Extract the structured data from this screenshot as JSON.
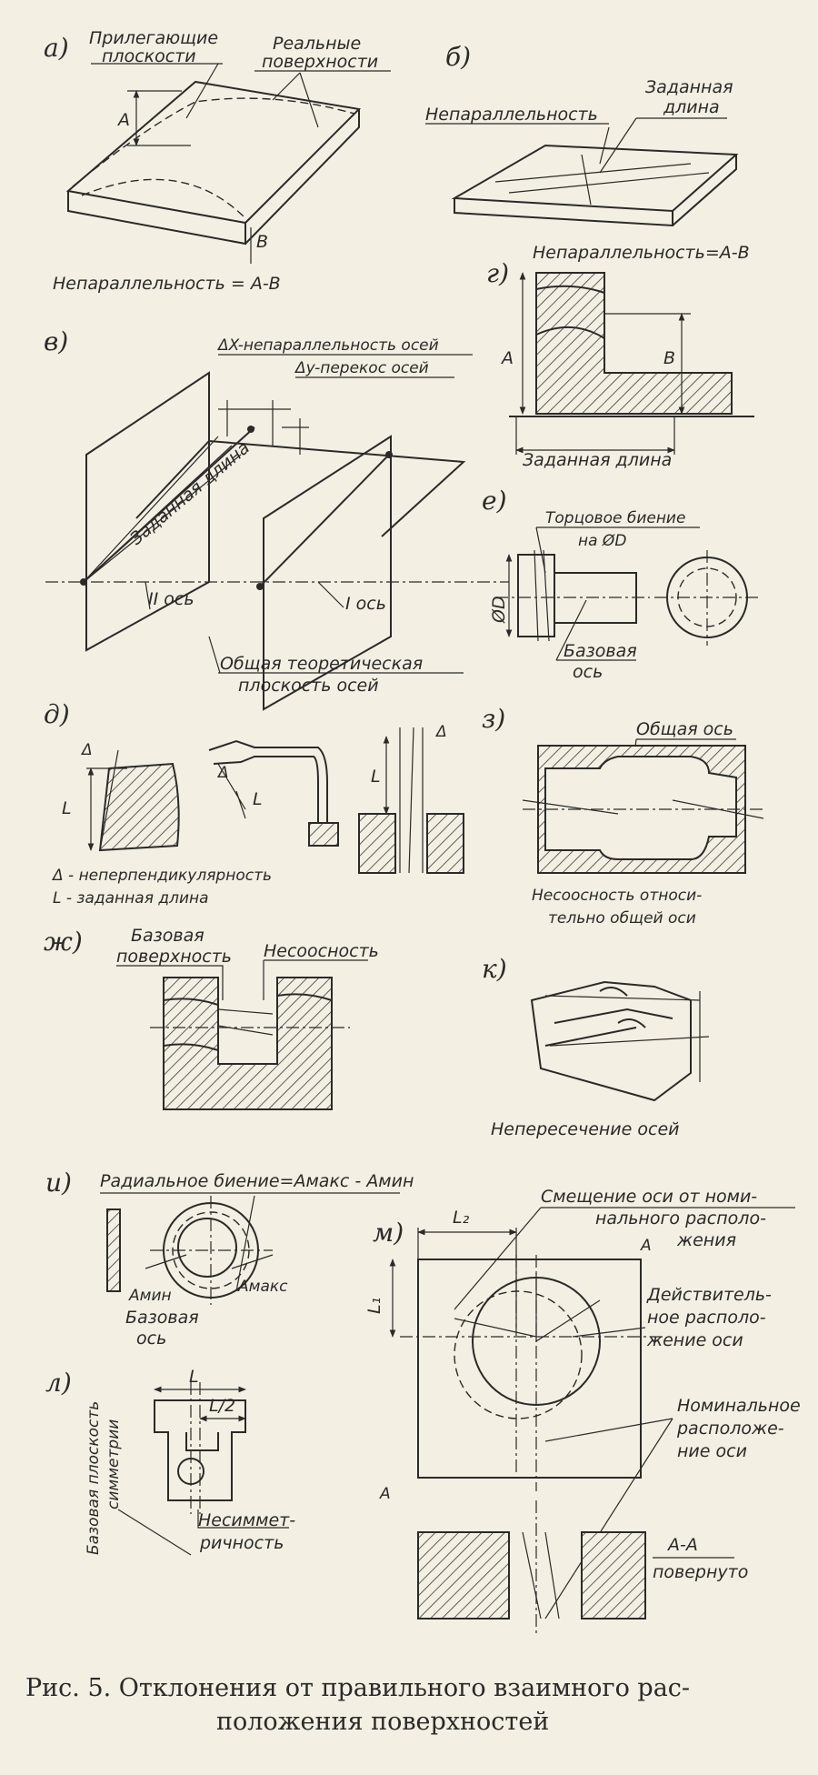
{
  "figure": {
    "caption_line1": "Рис. 5. Отклонения от правильного взаимного рас-",
    "caption_line2": "положения поверхностей"
  },
  "panels": {
    "a": {
      "letter": "а)",
      "adjacent_planes_1": "Прилегающие",
      "adjacent_planes_2": "плоскости",
      "real_surfaces_1": "Реальные",
      "real_surfaces_2": "поверхности",
      "dim_a": "A",
      "dim_b": "B",
      "formula": "Непараллельность = A-B"
    },
    "b": {
      "letter": "б)",
      "nonparallel": "Непараллельность",
      "length_1": "Заданная",
      "length_2": "длина"
    },
    "v": {
      "letter": "в)",
      "dx": "ΔX-непараллельность осей",
      "dy": "Δy-перекос осей",
      "length": "Заданная длина",
      "axis2": "II ось",
      "axis1": "I ось",
      "plane_1": "Общая теоретическая",
      "plane_2": "плоскость осей"
    },
    "g": {
      "letter": "г)",
      "formula": "Непараллельность=A-B",
      "dim_a": "A",
      "dim_b": "B",
      "length": "Заданная длина"
    },
    "e": {
      "letter": "е)",
      "runout_1": "Торцовое биение",
      "runout_2": "на ØD",
      "dia": "ØD",
      "base_1": "Базовая",
      "base_2": "ось"
    },
    "d": {
      "letter": "д)",
      "dim_l": "L",
      "delta": "Δ",
      "legend_1": "Δ - неперпендикулярность",
      "legend_2": "L - заданная длина"
    },
    "z": {
      "letter": "з)",
      "common_axis": "Общая ось",
      "note_1": "Несоосность относи-",
      "note_2": "тельно общей оси"
    },
    "zh": {
      "letter": "ж)",
      "base_1": "Базовая",
      "base_2": "поверхность",
      "misalign": "Несоосность"
    },
    "k": {
      "letter": "к)",
      "note": "Непересечение осей"
    },
    "i": {
      "letter": "и)",
      "formula": "Радиальное биение=Aмакс - Aмин",
      "amin": "Aмин",
      "amax": "Aмакс",
      "base_1": "Базовая",
      "base_2": "ось"
    },
    "l": {
      "letter": "л)",
      "dim_l": "L",
      "dim_l2": "L/2",
      "base_plane_1": "Базовая плоскость",
      "base_plane_2": "симметрии",
      "asym_1": "Несиммет-",
      "asym_2": "ричность"
    },
    "m": {
      "letter": "м)",
      "dim_l2": "L₂",
      "dim_l1": "L₁",
      "section_mark": "A",
      "offset_1": "Смещение оси от номи-",
      "offset_2": "нального располо-",
      "offset_3": "жения",
      "actual_1": "Действитель-",
      "actual_2": "ное располо-",
      "actual_3": "жение оси",
      "nominal_1": "Номинальное",
      "nominal_2": "расположе-",
      "nominal_3": "ние оси",
      "section_1": "A-A",
      "section_2": "повернуто"
    }
  }
}
